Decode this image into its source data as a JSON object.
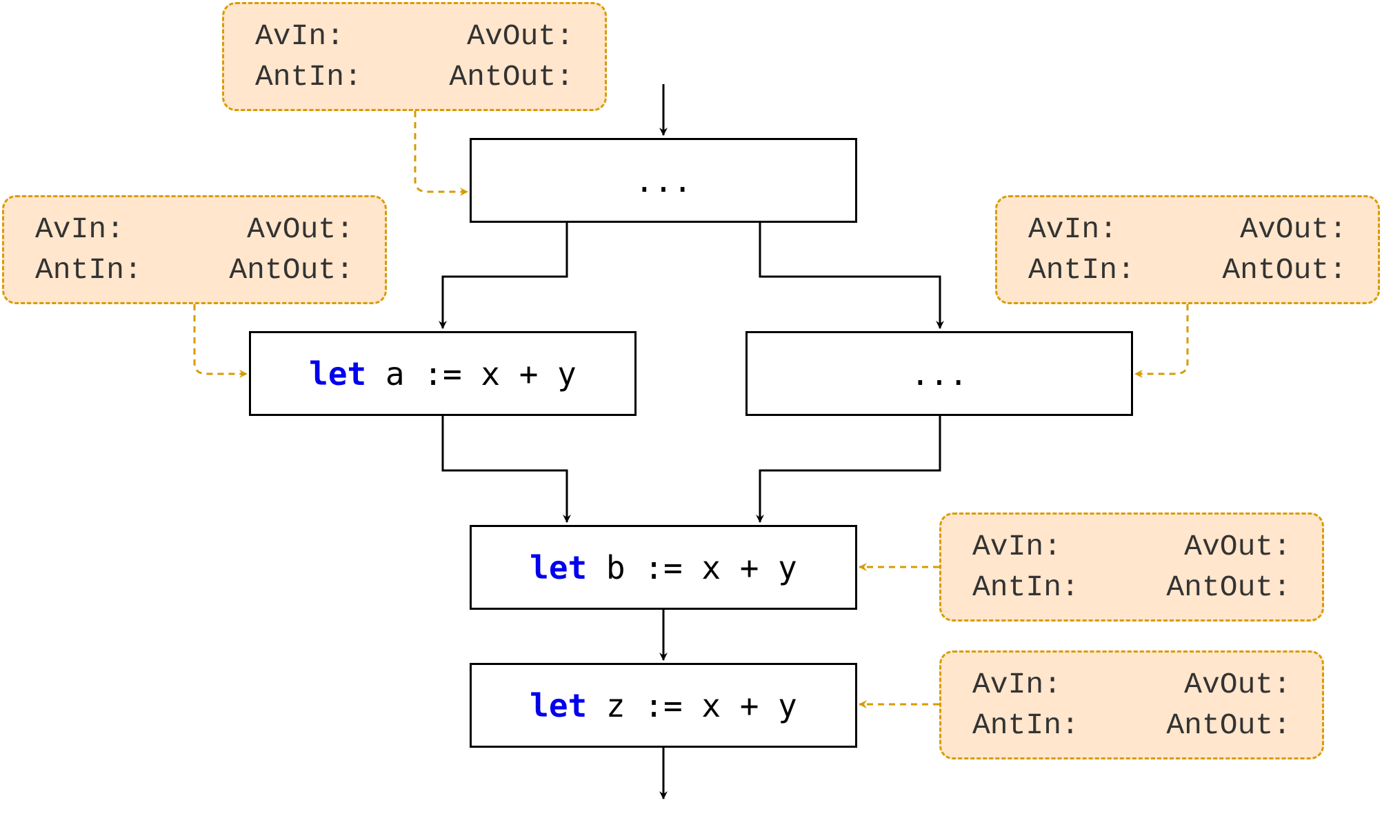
{
  "colors": {
    "annotation_fill": "#ffe6cc",
    "annotation_border": "#d79b00",
    "keyword": "#0000ee",
    "edge": "#000000"
  },
  "annotations": [
    {
      "av_in": "AvIn:",
      "av_out": "AvOut:",
      "ant_in": "AntIn:",
      "ant_out": "AntOut:"
    },
    {
      "av_in": "AvIn:",
      "av_out": "AvOut:",
      "ant_in": "AntIn:",
      "ant_out": "AntOut:"
    },
    {
      "av_in": "AvIn:",
      "av_out": "AvOut:",
      "ant_in": "AntIn:",
      "ant_out": "AntOut:"
    },
    {
      "av_in": "AvIn:",
      "av_out": "AvOut:",
      "ant_in": "AntIn:",
      "ant_out": "AntOut:"
    },
    {
      "av_in": "AvIn:",
      "av_out": "AvOut:",
      "ant_in": "AntIn:",
      "ant_out": "AntOut:"
    }
  ],
  "blocks": {
    "entry": {
      "text": "..."
    },
    "left": {
      "keyword": "let",
      "code": " a := x + y"
    },
    "right": {
      "text": "..."
    },
    "join": {
      "keyword": "let",
      "code": " b := x + y"
    },
    "last": {
      "keyword": "let",
      "code": " z := x + y"
    }
  }
}
